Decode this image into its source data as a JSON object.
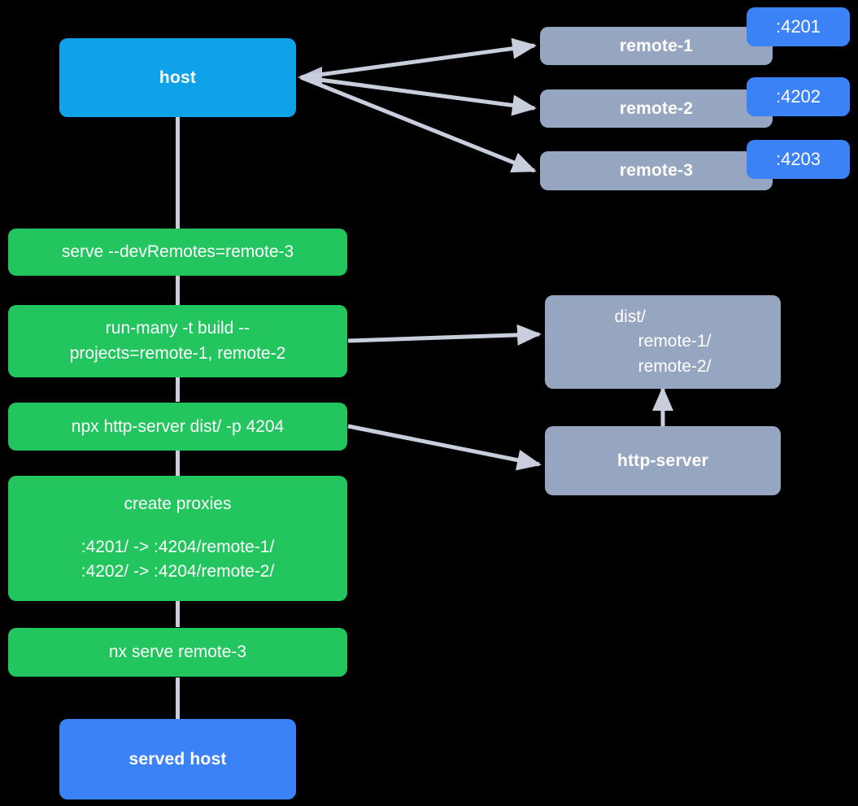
{
  "diagram": {
    "title": "Nx module federation host and remotes serve flow",
    "background": "#000000",
    "edge_color": "#C8CEDC",
    "colors": {
      "host": "#0FA2E8",
      "served_host": "#3B82F6",
      "command": "#22C55E",
      "artifact": "#97A6C0",
      "port_badge": "#3B82F6",
      "text": "#FFFFFF"
    }
  },
  "nodes": {
    "host": {
      "label": "host"
    },
    "remotes": [
      {
        "label": "remote-1",
        "port": ":4201"
      },
      {
        "label": "remote-2",
        "port": ":4202"
      },
      {
        "label": "remote-3",
        "port": ":4203"
      }
    ],
    "commands": [
      {
        "id": "serve-dev-remotes",
        "label": "serve --devRemotes=remote-3"
      },
      {
        "id": "run-many-build",
        "label": "run-many -t build --\nprojects=remote-1, remote-2"
      },
      {
        "id": "npx-http-server",
        "label": "npx http-server dist/ -p 4204"
      },
      {
        "id": "create-proxies",
        "title": "create proxies",
        "lines": [
          ":4201/ -> :4204/remote-1/",
          ":4202/ -> :4204/remote-2/"
        ]
      },
      {
        "id": "nx-serve-remote-3",
        "label": "nx serve remote-3"
      }
    ],
    "dist": {
      "id": "dist-folder",
      "root": "dist/",
      "children": [
        "remote-1/",
        "remote-2/"
      ],
      "text": "dist/\n     remote-1/\n     remote-2/"
    },
    "http_server": {
      "label": "http-server"
    },
    "served_host": {
      "label": "served host"
    }
  },
  "edges": [
    {
      "from": "host",
      "to": "remote-1",
      "kind": "arrow"
    },
    {
      "from": "host",
      "to": "remote-2",
      "kind": "arrow"
    },
    {
      "from": "host",
      "to": "remote-3",
      "kind": "arrow"
    },
    {
      "from": "run-many-build",
      "to": "dist-folder",
      "kind": "arrow"
    },
    {
      "from": "npx-http-server",
      "to": "http-server",
      "kind": "arrow"
    },
    {
      "from": "http-server",
      "to": "dist-folder",
      "kind": "arrow"
    },
    {
      "from": "host",
      "to": "served-host",
      "kind": "line"
    }
  ]
}
